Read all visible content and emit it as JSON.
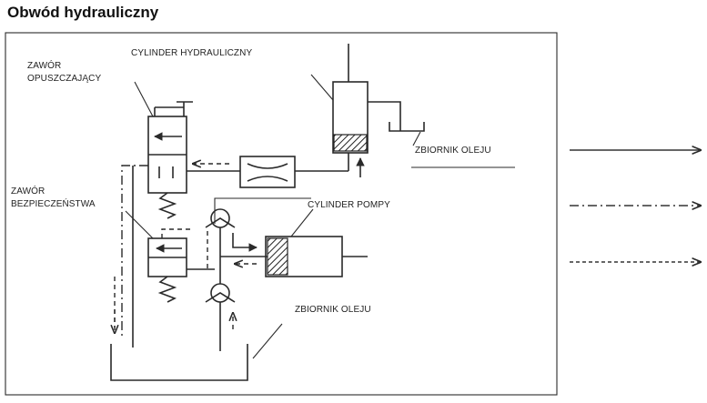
{
  "title": "Obwód hydrauliczny",
  "labels": {
    "lowering_valve_line1": "ZAWÓR",
    "lowering_valve_line2": "OPUSZCZAJĄCY",
    "hydraulic_cylinder": "CYLINDER HYDRAULICZNY",
    "oil_tank_top": "ZBIORNIK OLEJU",
    "safety_valve_line1": "ZAWÓR",
    "safety_valve_line2": "BEZPIECZEŃSTWA",
    "pump_cylinder": "CYLINDER POMPY",
    "oil_tank_bottom": "ZBIORNIK OLEJU"
  },
  "legend": [
    {
      "style": "solid"
    },
    {
      "style": "dash-dot"
    },
    {
      "style": "dashed"
    }
  ]
}
